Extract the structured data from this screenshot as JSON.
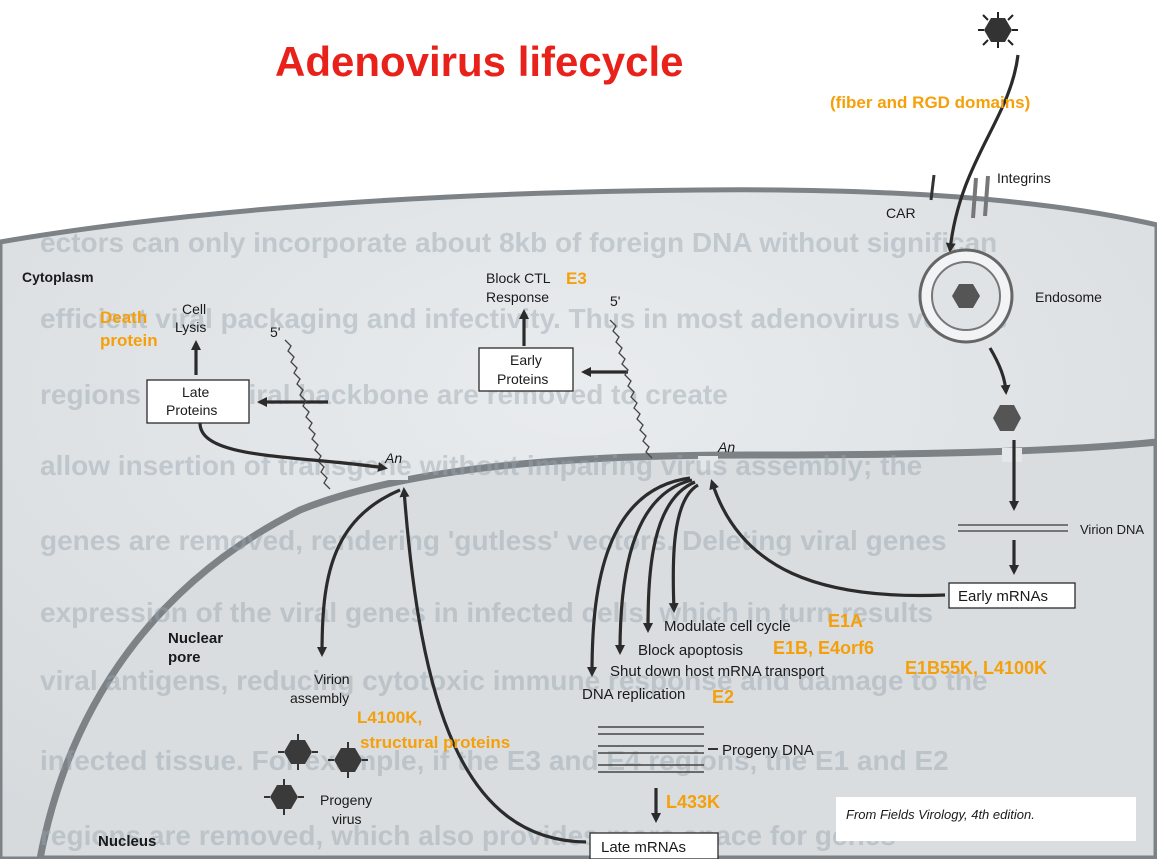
{
  "title": "Adenovirus lifecycle",
  "entry_note": "(fiber and RGD domains)",
  "compartments": {
    "cytoplasm": "Cytoplasm",
    "nuclear_pore": [
      "Nuclear",
      "pore"
    ],
    "nucleus": "Nucleus"
  },
  "receptors": {
    "integrins": "Integrins",
    "car": "CAR"
  },
  "endosome": "Endosome",
  "virion_dna": "Virion DNA",
  "late_pathway": {
    "cell_lysis": [
      "Cell",
      "Lysis"
    ],
    "death_protein": [
      "Death",
      "protein"
    ],
    "late_proteins": [
      "Late",
      "Proteins"
    ],
    "five_prime": "5'",
    "poly_a": "An"
  },
  "early_pathway": {
    "block_ctl": [
      "Block CTL",
      "Response"
    ],
    "block_ctl_gene": "E3",
    "early_proteins": [
      "Early",
      "Proteins"
    ],
    "five_prime": "5'",
    "poly_a": "An"
  },
  "early_mrnas": "Early mRNAs",
  "early_functions": [
    {
      "text": "Modulate cell cycle",
      "gene": "E1A"
    },
    {
      "text": "Block apoptosis",
      "gene": "E1B, E4orf6"
    },
    {
      "text": "Shut down host mRNA transport",
      "gene": "E1B55K, L4100K"
    },
    {
      "text": "DNA replication",
      "gene": "E2"
    }
  ],
  "progeny_dna": "Progeny DNA",
  "late_mrna_gene": "L433K",
  "late_mrnas": "Late mRNAs",
  "virion_assembly": [
    "Virion",
    "assembly"
  ],
  "assembly_genes": [
    "L4100K,",
    "structural proteins"
  ],
  "progeny_virus": [
    "Progeny",
    "virus"
  ],
  "source_note": "From Fields Virology, 4th edition.",
  "background_text": [
    "ectors can only incorporate about 8kb of foreign DNA without significan",
    "efficient viral packaging and infectivity. Thus in most adenovirus vectors",
    "regions of the viral backbone are removed to create",
    "allow insertion of transgene without impairing virus assembly; the",
    "genes are removed, rendering 'gutless' vectors. Deleting viral genes",
    "expression of the viral genes in infected cells, which in turn results",
    "viral antigens, reducing cytotoxic immune response and damage to the",
    "infected tissue. For example, if the E3 and E4 regions, the E1 and E2",
    "regions are removed, which also provides more space for genes"
  ]
}
